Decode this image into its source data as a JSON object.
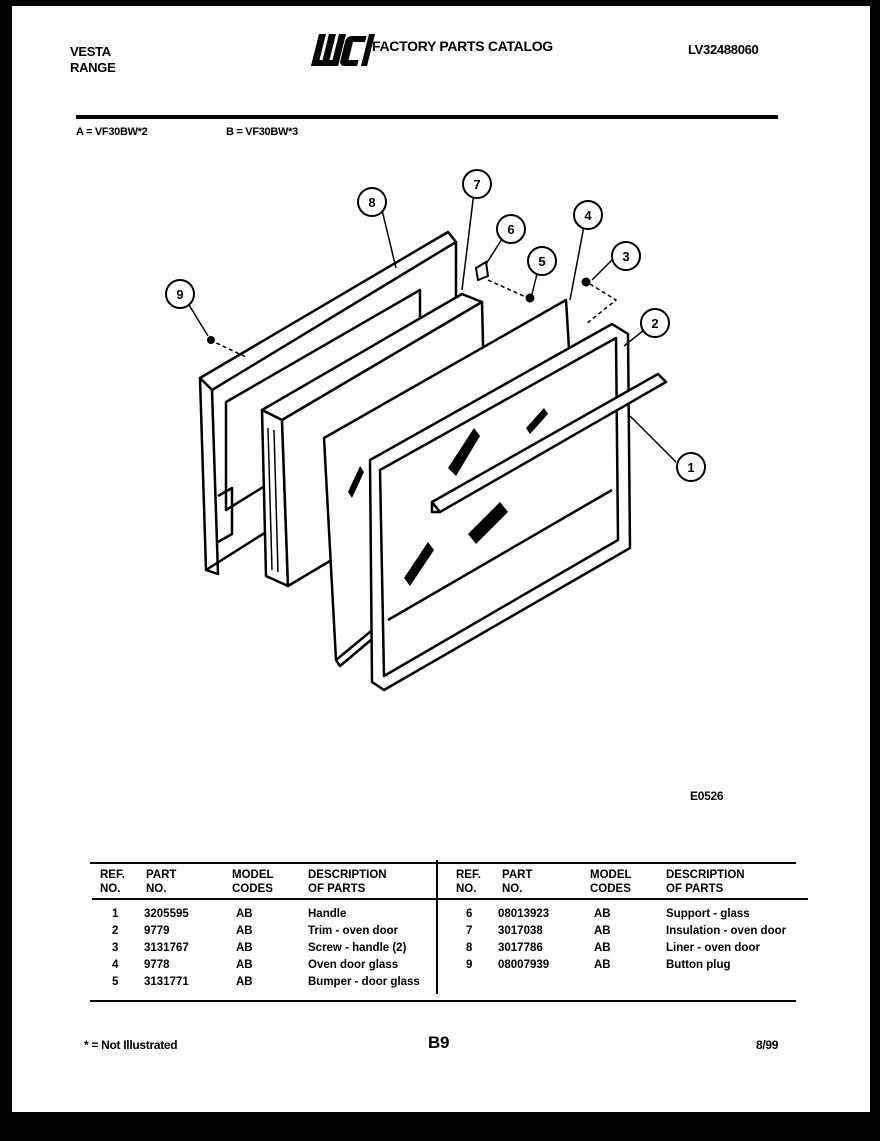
{
  "header": {
    "brand_line1": "VESTA",
    "brand_line2": "RANGE",
    "logo_text": "WCI",
    "catalog_title": "FACTORY PARTS CATALOG",
    "catalog_number": "LV32488060"
  },
  "models": {
    "a": "A = VF30BW*2",
    "b": "B = VF30BW*3"
  },
  "diagram": {
    "callouts": [
      "1",
      "2",
      "3",
      "4",
      "5",
      "6",
      "7",
      "8",
      "9"
    ],
    "figure_code": "E0526"
  },
  "table": {
    "headers": {
      "ref_l1": "REF.",
      "ref_l2": "NO.",
      "part_l1": "PART",
      "part_l2": "NO.",
      "model_l1": "MODEL",
      "model_l2": "CODES",
      "desc_l1": "DESCRIPTION",
      "desc_l2": "OF PARTS"
    },
    "left_rows": [
      {
        "ref": "1",
        "part": "3205595",
        "codes": "AB",
        "desc": "Handle"
      },
      {
        "ref": "2",
        "part": "9779",
        "codes": "AB",
        "desc": "Trim - oven door"
      },
      {
        "ref": "3",
        "part": "3131767",
        "codes": "AB",
        "desc": "Screw - handle (2)"
      },
      {
        "ref": "4",
        "part": "9778",
        "codes": "AB",
        "desc": "Oven door glass"
      },
      {
        "ref": "5",
        "part": "3131771",
        "codes": "AB",
        "desc": "Bumper - door glass"
      }
    ],
    "right_rows": [
      {
        "ref": "6",
        "part": "08013923",
        "codes": "AB",
        "desc": "Support - glass"
      },
      {
        "ref": "7",
        "part": "3017038",
        "codes": "AB",
        "desc": "Insulation - oven door"
      },
      {
        "ref": "8",
        "part": "3017786",
        "codes": "AB",
        "desc": "Liner - oven door"
      },
      {
        "ref": "9",
        "part": "08007939",
        "codes": "AB",
        "desc": "Button plug"
      }
    ]
  },
  "footer": {
    "note": "* = Not Illustrated",
    "page": "B9",
    "date": "8/99"
  }
}
